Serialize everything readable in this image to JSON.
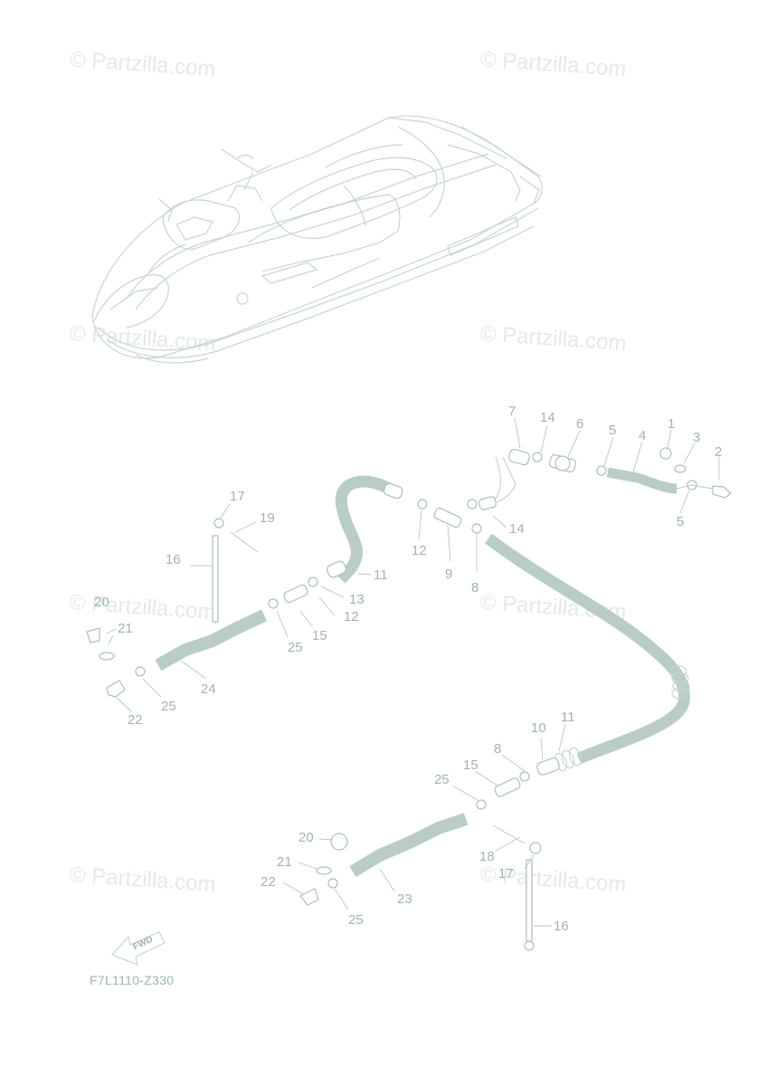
{
  "watermark": "© Partzilla.com",
  "diagram_code": "F7L1110-Z330",
  "fwd_label": "FWD",
  "callouts": {
    "c1": "1",
    "c2": "2",
    "c3": "3",
    "c4": "4",
    "c5a": "5",
    "c5b": "5",
    "c6": "6",
    "c7": "7",
    "c8a": "8",
    "c8b": "8",
    "c9": "9",
    "c10": "10",
    "c11a": "11",
    "c11b": "11",
    "c12a": "12",
    "c12b": "12",
    "c13": "13",
    "c14a": "14",
    "c14b": "14",
    "c15a": "15",
    "c15b": "15",
    "c16a": "16",
    "c16b": "16",
    "c17a": "17",
    "c17b": "17",
    "c18": "18",
    "c19": "19",
    "c20a": "20",
    "c20b": "20",
    "c21a": "21",
    "c21b": "21",
    "c22a": "22",
    "c22b": "22",
    "c23": "23",
    "c24": "24",
    "c25a": "25",
    "c25b": "25",
    "c25c": "25",
    "c25d": "25"
  }
}
